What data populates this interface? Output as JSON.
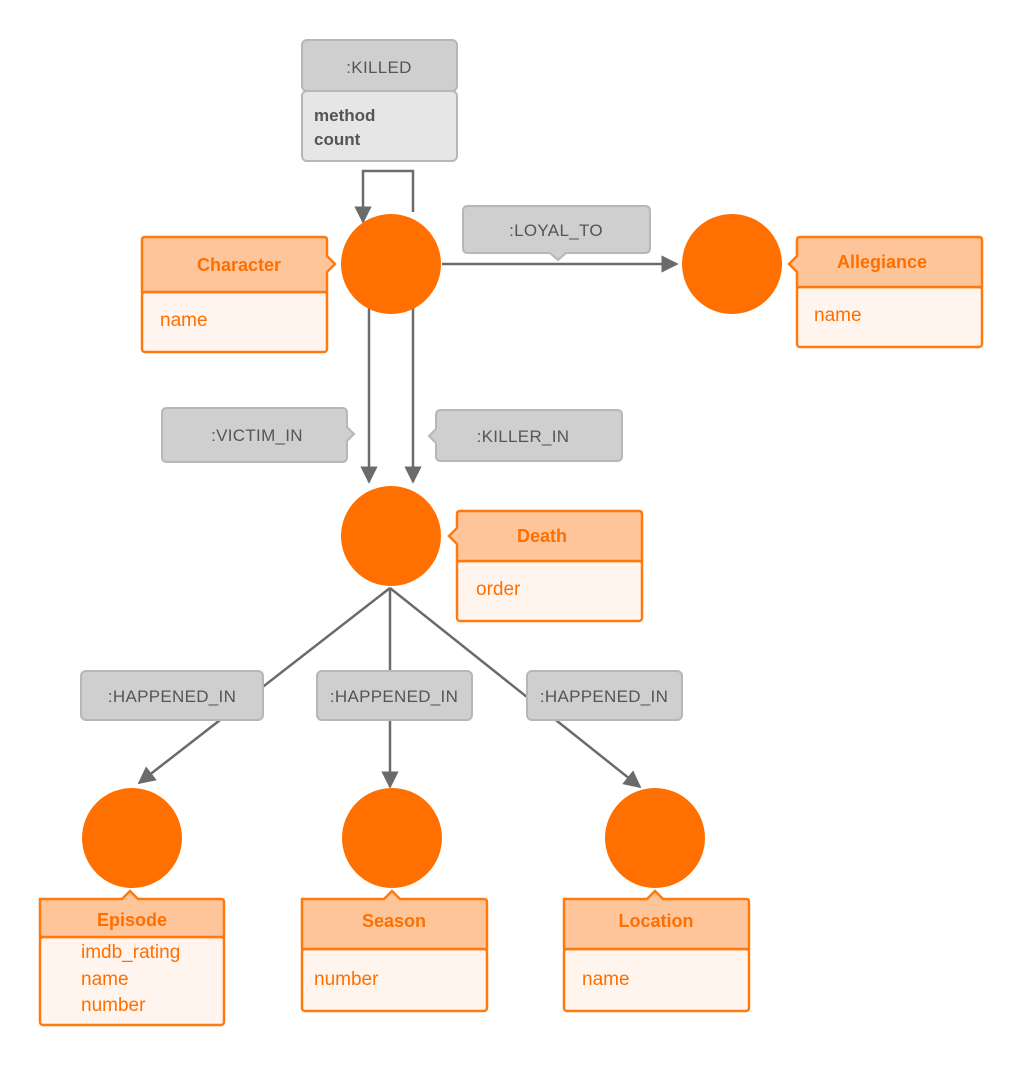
{
  "relationships": {
    "killed": {
      "type": ":KILLED",
      "properties": [
        "method",
        "count"
      ]
    },
    "loyal_to": {
      "type": ":LOYAL_TO"
    },
    "victim_in": {
      "type": ":VICTIM_IN"
    },
    "killer_in": {
      "type": ":KILLER_IN"
    },
    "happened_in_episode": {
      "type": ":HAPPENED_IN"
    },
    "happened_in_season": {
      "type": ":HAPPENED_IN"
    },
    "happened_in_location": {
      "type": ":HAPPENED_IN"
    }
  },
  "nodes": {
    "character": {
      "label": "Character",
      "properties": [
        "name"
      ]
    },
    "allegiance": {
      "label": "Allegiance",
      "properties": [
        "name"
      ]
    },
    "death": {
      "label": "Death",
      "properties": [
        "order"
      ]
    },
    "episode": {
      "label": "Episode",
      "properties": [
        "imdb_rating",
        "name",
        "number"
      ]
    },
    "season": {
      "label": "Season",
      "properties": [
        "number"
      ]
    },
    "location": {
      "label": "Location",
      "properties": [
        "name"
      ]
    }
  },
  "colors": {
    "node_fill": "#ff7000",
    "label_header": "#ffc59a",
    "label_border": "#ff7a0e",
    "label_text": "#ff6f00",
    "relationship_box": "#cfcfcf",
    "edge": "#6b6b6b"
  }
}
